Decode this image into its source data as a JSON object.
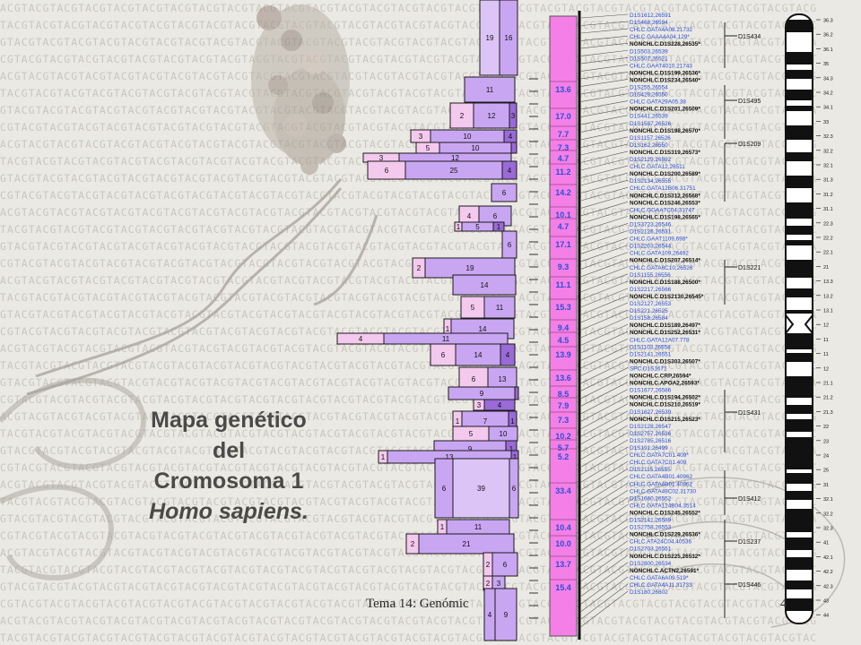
{
  "title": {
    "line1": "Mapa genético",
    "line2": "del",
    "line3": "Cromosoma 1",
    "line4": "Homo sapiens."
  },
  "footer": {
    "text": "Tema 14: Genómic",
    "page": "4"
  },
  "colors": {
    "background": "#ebe9e3",
    "lavender": "#c9a6f2",
    "lavender_light": "#dcc4f7",
    "purple_dark": "#9a6ad8",
    "pink_light": "#f4c9ee",
    "pink_column": "#f47fe6",
    "marker_blue": "#2a4fd8",
    "title_gray": "#4a4a48"
  },
  "bars": [
    {
      "labels": [
        "19",
        "16"
      ]
    },
    {
      "labels": [
        "11"
      ]
    },
    {
      "labels": [
        "2",
        "12",
        "3"
      ]
    },
    {
      "labels": [
        "3",
        "10",
        "4"
      ]
    },
    {
      "labels": [
        "5",
        "10",
        "1"
      ]
    },
    {
      "labels": [
        "3",
        "12"
      ]
    },
    {
      "labels": [
        "6",
        "25",
        "4"
      ]
    },
    {
      "labels": [
        "6"
      ]
    },
    {
      "labels": [
        "4",
        "6"
      ]
    },
    {
      "labels": [
        "1",
        "5",
        "1"
      ]
    },
    {
      "labels": [
        "6"
      ]
    },
    {
      "labels": [
        "2",
        "19"
      ]
    },
    {
      "labels": [
        "14"
      ]
    },
    {
      "labels": [
        "5",
        "11"
      ]
    },
    {
      "labels": [
        "1",
        "14"
      ]
    },
    {
      "labels": [
        "4",
        "11"
      ]
    },
    {
      "labels": [
        "6",
        "14",
        "4"
      ]
    },
    {
      "labels": [
        "6",
        "13"
      ]
    },
    {
      "labels": [
        "9",
        "1"
      ]
    },
    {
      "labels": [
        "3",
        "4"
      ]
    },
    {
      "labels": [
        "1",
        "7",
        "1"
      ]
    },
    {
      "labels": [
        "5",
        "10"
      ]
    },
    {
      "labels": [
        "9",
        "1"
      ]
    },
    {
      "labels": [
        "1",
        "13",
        "1"
      ]
    },
    {
      "labels": [
        "6",
        "39",
        "6"
      ]
    },
    {
      "labels": [
        "1",
        "11"
      ]
    },
    {
      "labels": [
        "2",
        "21"
      ]
    },
    {
      "labels": [
        "2",
        "6"
      ]
    },
    {
      "labels": [
        "2",
        "3"
      ]
    },
    {
      "labels": [
        "4",
        "9"
      ]
    }
  ],
  "distances": [
    "13.6",
    "17.0",
    "7.7",
    "7.3",
    "4.7",
    "11.2",
    "14.2",
    "10.1",
    "4.7",
    "17.1",
    "9.3",
    "11.1",
    "15.3",
    "9.4",
    "4.5",
    "13.9",
    "13.6",
    "8.5",
    "7.9",
    "7.3",
    "10.2",
    "5.7",
    "5.2",
    "33.4",
    "10.4",
    "10.0",
    "13.7",
    "15.4"
  ],
  "markers": [
    "D1S1612,26591",
    "D1S468,26594",
    "CHLC.GATA4A08.21732",
    "CHLC.GAAA4A04.129*",
    "NONCHLC.D1S228,26535*",
    "D1S503,26539",
    "D1S507,26521",
    "CHLC.GAAT4010.21743",
    "NONCHLC.D1S199,26536*",
    "NONCHLC.D1S234,26540*",
    "D1S255,26554",
    "D1S429,26550",
    "CHLC.GATA29A05.38",
    "NONCHLC.D1S201,26509*",
    "D1S441,26539",
    "D1S1587,26526",
    "NONCHLC.D1S198,26570*",
    "D1S1157,26526",
    "D1S162,26550",
    "NONCHLC.D1S319,26573*",
    "D1S2129,26592",
    "CHLC.GATA12,26511",
    "NONCHLC.D1S200,26589*",
    "D1S2134,26555",
    "CHLC.GATA12B06.31751",
    "NONCHLC.D1S312,26568*",
    "NONCHLC.D1S246,26553*",
    "CHLC.GGAA7C04.31747",
    "NONCHLC.D1S198,26565*",
    "D1S3723,26546",
    "D1S2126,26531",
    "CHLC.GAAT1109,698*",
    "D1S2203,26544",
    "CHLC.GATA109,26492",
    "NONCHLC.D1S207,26514*",
    "CHLC.GATA6C10,26526",
    "D1S1155,26556",
    "NONCHLC.D1S188,26500*",
    "D1S2217,26566",
    "NONCHLC.D1S2130,26545*",
    "D1S2127,26553",
    "D1S221,26525",
    "D1S158,26584",
    "NONCHLC.D1S189,26497*",
    "NONCHLC.D1S252,26531*",
    "CHLC.GATA12A07.778",
    "D1S1103,26558",
    "D1S2141,26551",
    "NONCHLC.D1S303,26507*",
    "SPC.D1S1671",
    "NONCHLC.CRP,26594*",
    "NONCHLC.APOA2,26593*",
    "D1S1677,26586",
    "NONCHLC.D1S194,26502*",
    "NONCHLC.D1S210,26519*",
    "D1S1627,26539",
    "NONCHLC.D1S215,26523*",
    "D1S2128,26547",
    "D1S2757,26536",
    "D1S2785,26516",
    "D1S191,26499",
    "CHLC.GATA7C01.409*",
    "CHLC.GATA7C01.409",
    "D1S2115,26555",
    "CHLC.GATA4B01.40962",
    "CHLC.GATA4B01.40962",
    "CHLC.GATA49C02.31730",
    "D1S1660,26552",
    "CHLC.GATA124B04.3514",
    "NONCHLC.D1S245,26552*",
    "D1S2141,26589",
    "D1S2758,26553",
    "NONCHLC.D1S229,26536*",
    "CHLC.ATA24C04.40536",
    "D1S2703,26551",
    "NONCHLC.D1S225,26532*",
    "D1S2800,26534",
    "NONCHLC.ACTN2,26591*",
    "CHLC.GATA6A09.519*",
    "CHLC.GATA4A11.31733",
    "D1S180,26602"
  ],
  "groups": [
    {
      "label": "D1S434"
    },
    {
      "label": "D1S495"
    },
    {
      "label": "D1S209"
    },
    {
      "label": "D1S221"
    },
    {
      "label": "D1S431"
    },
    {
      "label": "D1S412"
    },
    {
      "label": "D1S237"
    },
    {
      "label": "D1S446"
    }
  ],
  "bands": [
    "36.3",
    "36.2",
    "36.1",
    "35",
    "34.3",
    "34.2",
    "34.1",
    "33",
    "32.3",
    "32.2",
    "32.1",
    "31.3",
    "31.2",
    "31.1",
    "22.3",
    "22.2",
    "22.1",
    "21",
    "13.3",
    "13.2",
    "13.1",
    "12",
    "11",
    "11",
    "12",
    "21.1",
    "21.2",
    "21.3",
    "22",
    "23",
    "24",
    "25",
    "31",
    "32.1",
    "32.2",
    "32.3",
    "41",
    "42.1",
    "42.2",
    "42.3",
    "43",
    "44"
  ]
}
